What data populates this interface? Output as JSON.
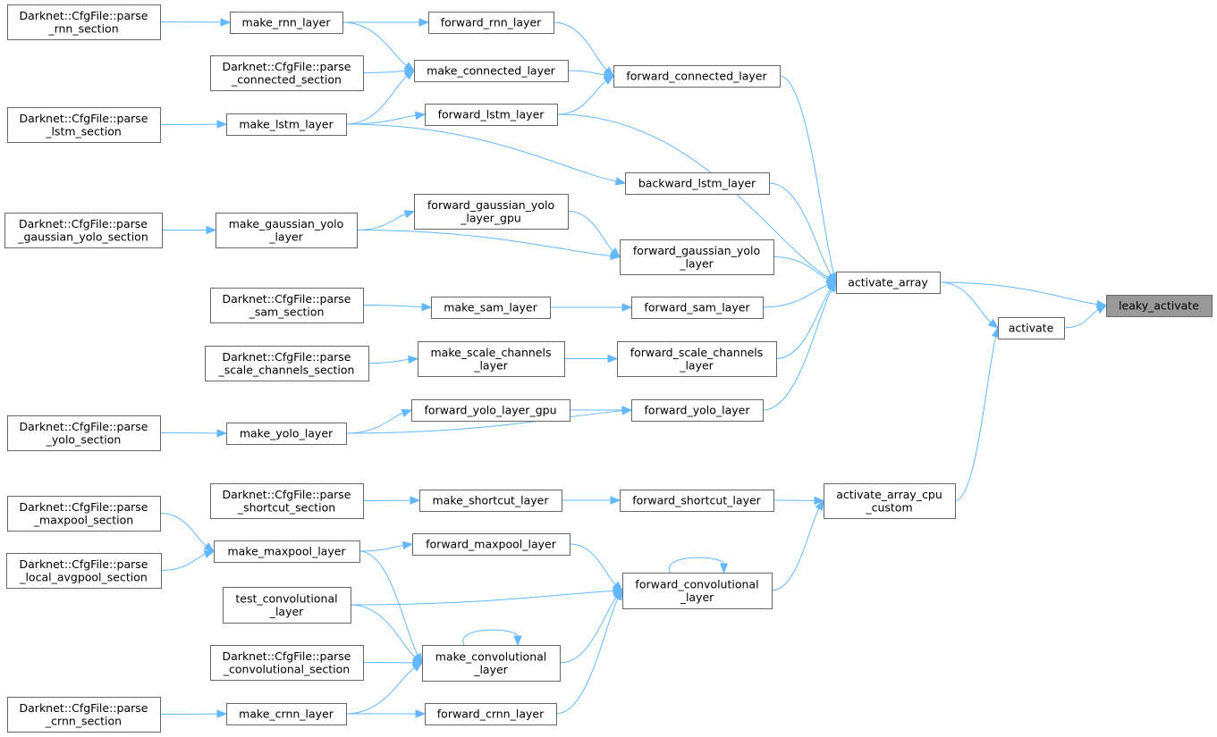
{
  "graph": {
    "title": "leaky_activate caller graph",
    "edge_color": "#63b8ff",
    "node_border_color": "#666666",
    "root_fill_color": "#999999",
    "nodes": [
      {
        "id": "leaky_activate",
        "lines": [
          "leaky_activate"
        ],
        "root": true
      },
      {
        "id": "activate_array",
        "lines": [
          "activate_array"
        ]
      },
      {
        "id": "activate",
        "lines": [
          "activate"
        ]
      },
      {
        "id": "activate_array_cpu_custom",
        "lines": [
          "activate_array_cpu",
          "_custom"
        ]
      },
      {
        "id": "forward_connected_layer",
        "lines": [
          "forward_connected_layer"
        ]
      },
      {
        "id": "forward_lstm_layer",
        "lines": [
          "forward_lstm_layer"
        ]
      },
      {
        "id": "backward_lstm_layer",
        "lines": [
          "backward_lstm_layer"
        ]
      },
      {
        "id": "forward_gaussian_yolo_layer",
        "lines": [
          "forward_gaussian_yolo",
          "_layer"
        ]
      },
      {
        "id": "forward_sam_layer",
        "lines": [
          "forward_sam_layer"
        ]
      },
      {
        "id": "forward_scale_channels_layer",
        "lines": [
          "forward_scale_channels",
          "_layer"
        ]
      },
      {
        "id": "forward_yolo_layer",
        "lines": [
          "forward_yolo_layer"
        ]
      },
      {
        "id": "forward_rnn_layer",
        "lines": [
          "forward_rnn_layer"
        ]
      },
      {
        "id": "make_rnn_layer",
        "lines": [
          "make_rnn_layer"
        ]
      },
      {
        "id": "make_connected_layer",
        "lines": [
          "make_connected_layer"
        ]
      },
      {
        "id": "make_lstm_layer",
        "lines": [
          "make_lstm_layer"
        ]
      },
      {
        "id": "forward_gaussian_yolo_layer_gpu",
        "lines": [
          "forward_gaussian_yolo",
          "_layer_gpu"
        ]
      },
      {
        "id": "make_gaussian_yolo_layer",
        "lines": [
          "make_gaussian_yolo",
          "_layer"
        ]
      },
      {
        "id": "make_sam_layer",
        "lines": [
          "make_sam_layer"
        ]
      },
      {
        "id": "make_scale_channels_layer",
        "lines": [
          "make_scale_channels",
          "_layer"
        ]
      },
      {
        "id": "forward_yolo_layer_gpu",
        "lines": [
          "forward_yolo_layer_gpu"
        ]
      },
      {
        "id": "make_yolo_layer",
        "lines": [
          "make_yolo_layer"
        ]
      },
      {
        "id": "forward_shortcut_layer",
        "lines": [
          "forward_shortcut_layer"
        ]
      },
      {
        "id": "make_shortcut_layer",
        "lines": [
          "make_shortcut_layer"
        ]
      },
      {
        "id": "forward_convolutional_layer",
        "lines": [
          "forward_convolutional",
          "_layer"
        ]
      },
      {
        "id": "forward_maxpool_layer",
        "lines": [
          "forward_maxpool_layer"
        ]
      },
      {
        "id": "make_maxpool_layer",
        "lines": [
          "make_maxpool_layer"
        ]
      },
      {
        "id": "test_convolutional_layer",
        "lines": [
          "test_convolutional",
          "_layer"
        ]
      },
      {
        "id": "make_convolutional_layer",
        "lines": [
          "make_convolutional",
          "_layer"
        ]
      },
      {
        "id": "forward_crnn_layer",
        "lines": [
          "forward_crnn_layer"
        ]
      },
      {
        "id": "make_crnn_layer",
        "lines": [
          "make_crnn_layer"
        ]
      },
      {
        "id": "parse_rnn_section",
        "lines": [
          "Darknet::CfgFile::parse",
          "_rnn_section"
        ]
      },
      {
        "id": "parse_connected_section",
        "lines": [
          "Darknet::CfgFile::parse",
          "_connected_section"
        ]
      },
      {
        "id": "parse_lstm_section",
        "lines": [
          "Darknet::CfgFile::parse",
          "_lstm_section"
        ]
      },
      {
        "id": "parse_gaussian_yolo_section",
        "lines": [
          "Darknet::CfgFile::parse",
          "_gaussian_yolo_section"
        ]
      },
      {
        "id": "parse_sam_section",
        "lines": [
          "Darknet::CfgFile::parse",
          "_sam_section"
        ]
      },
      {
        "id": "parse_scale_channels_section",
        "lines": [
          "Darknet::CfgFile::parse",
          "_scale_channels_section"
        ]
      },
      {
        "id": "parse_yolo_section",
        "lines": [
          "Darknet::CfgFile::parse",
          "_yolo_section"
        ]
      },
      {
        "id": "parse_shortcut_section",
        "lines": [
          "Darknet::CfgFile::parse",
          "_shortcut_section"
        ]
      },
      {
        "id": "parse_maxpool_section",
        "lines": [
          "Darknet::CfgFile::parse",
          "_maxpool_section"
        ]
      },
      {
        "id": "parse_local_avgpool_section",
        "lines": [
          "Darknet::CfgFile::parse",
          "_local_avgpool_section"
        ]
      },
      {
        "id": "parse_convolutional_section",
        "lines": [
          "Darknet::CfgFile::parse",
          "_convolutional_section"
        ]
      },
      {
        "id": "parse_crnn_section",
        "lines": [
          "Darknet::CfgFile::parse",
          "_crnn_section"
        ]
      }
    ],
    "edges": [
      {
        "from": "activate_array",
        "to": "leaky_activate"
      },
      {
        "from": "activate",
        "to": "leaky_activate"
      },
      {
        "from": "activate_array",
        "to": "activate"
      },
      {
        "from": "activate_array_cpu_custom",
        "to": "activate"
      },
      {
        "from": "forward_connected_layer",
        "to": "activate_array"
      },
      {
        "from": "forward_lstm_layer",
        "to": "activate_array"
      },
      {
        "from": "backward_lstm_layer",
        "to": "activate_array"
      },
      {
        "from": "forward_gaussian_yolo_layer",
        "to": "activate_array"
      },
      {
        "from": "forward_sam_layer",
        "to": "activate_array"
      },
      {
        "from": "forward_scale_channels_layer",
        "to": "activate_array"
      },
      {
        "from": "forward_yolo_layer",
        "to": "activate_array"
      },
      {
        "from": "forward_rnn_layer",
        "to": "forward_connected_layer"
      },
      {
        "from": "make_connected_layer",
        "to": "forward_connected_layer"
      },
      {
        "from": "forward_lstm_layer",
        "to": "forward_connected_layer"
      },
      {
        "from": "make_rnn_layer",
        "to": "forward_rnn_layer"
      },
      {
        "from": "make_rnn_layer",
        "to": "make_connected_layer"
      },
      {
        "from": "parse_connected_section",
        "to": "make_connected_layer"
      },
      {
        "from": "make_lstm_layer",
        "to": "make_connected_layer"
      },
      {
        "from": "make_lstm_layer",
        "to": "forward_lstm_layer"
      },
      {
        "from": "make_lstm_layer",
        "to": "backward_lstm_layer"
      },
      {
        "from": "parse_rnn_section",
        "to": "make_rnn_layer"
      },
      {
        "from": "parse_lstm_section",
        "to": "make_lstm_layer"
      },
      {
        "from": "forward_gaussian_yolo_layer_gpu",
        "to": "forward_gaussian_yolo_layer"
      },
      {
        "from": "make_gaussian_yolo_layer",
        "to": "forward_gaussian_yolo_layer_gpu"
      },
      {
        "from": "make_gaussian_yolo_layer",
        "to": "forward_gaussian_yolo_layer"
      },
      {
        "from": "parse_gaussian_yolo_section",
        "to": "make_gaussian_yolo_layer"
      },
      {
        "from": "make_sam_layer",
        "to": "forward_sam_layer"
      },
      {
        "from": "parse_sam_section",
        "to": "make_sam_layer"
      },
      {
        "from": "make_scale_channels_layer",
        "to": "forward_scale_channels_layer"
      },
      {
        "from": "parse_scale_channels_section",
        "to": "make_scale_channels_layer"
      },
      {
        "from": "forward_yolo_layer_gpu",
        "to": "forward_yolo_layer"
      },
      {
        "from": "make_yolo_layer",
        "to": "forward_yolo_layer_gpu"
      },
      {
        "from": "make_yolo_layer",
        "to": "forward_yolo_layer"
      },
      {
        "from": "parse_yolo_section",
        "to": "make_yolo_layer"
      },
      {
        "from": "forward_shortcut_layer",
        "to": "activate_array_cpu_custom"
      },
      {
        "from": "forward_convolutional_layer",
        "to": "activate_array_cpu_custom"
      },
      {
        "from": "make_shortcut_layer",
        "to": "forward_shortcut_layer"
      },
      {
        "from": "parse_shortcut_section",
        "to": "make_shortcut_layer"
      },
      {
        "from": "forward_convolutional_layer",
        "to": "forward_convolutional_layer"
      },
      {
        "from": "forward_maxpool_layer",
        "to": "forward_convolutional_layer"
      },
      {
        "from": "test_convolutional_layer",
        "to": "forward_convolutional_layer"
      },
      {
        "from": "make_convolutional_layer",
        "to": "forward_convolutional_layer"
      },
      {
        "from": "forward_crnn_layer",
        "to": "forward_convolutional_layer"
      },
      {
        "from": "make_maxpool_layer",
        "to": "forward_maxpool_layer"
      },
      {
        "from": "make_maxpool_layer",
        "to": "make_convolutional_layer"
      },
      {
        "from": "parse_maxpool_section",
        "to": "make_maxpool_layer"
      },
      {
        "from": "parse_local_avgpool_section",
        "to": "make_maxpool_layer"
      },
      {
        "from": "test_convolutional_layer",
        "to": "make_convolutional_layer"
      },
      {
        "from": "parse_convolutional_section",
        "to": "make_convolutional_layer"
      },
      {
        "from": "make_convolutional_layer",
        "to": "make_convolutional_layer"
      },
      {
        "from": "make_crnn_layer",
        "to": "make_convolutional_layer"
      },
      {
        "from": "make_crnn_layer",
        "to": "forward_crnn_layer"
      },
      {
        "from": "parse_crnn_section",
        "to": "make_crnn_layer"
      }
    ]
  }
}
